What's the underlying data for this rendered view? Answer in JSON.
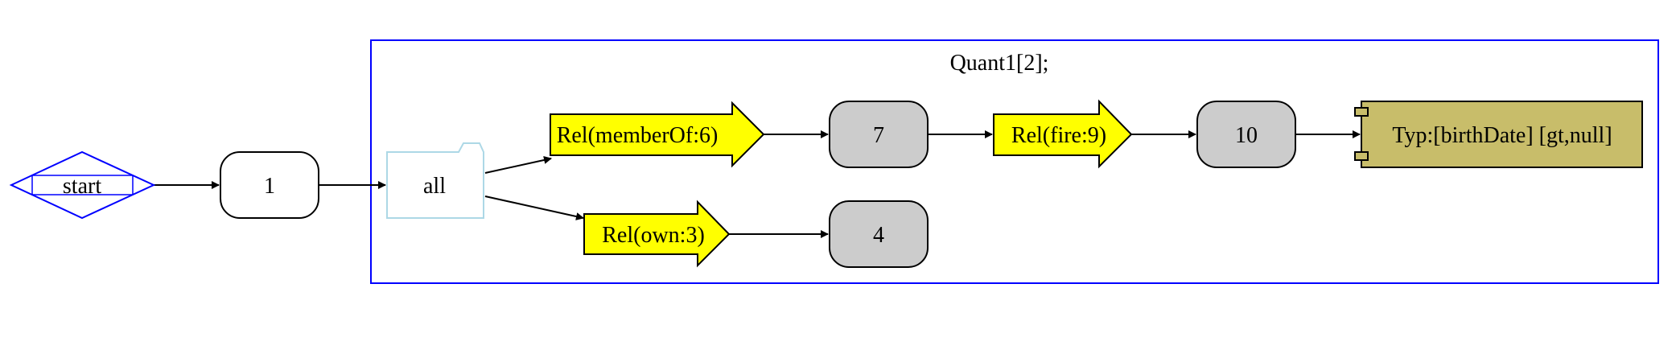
{
  "cluster": {
    "label": "Quant1[2];",
    "border_color": "#0000ff"
  },
  "nodes": {
    "start": {
      "label": "start",
      "color": "#0000ff"
    },
    "n1": {
      "label": "1"
    },
    "all": {
      "label": "all",
      "color": "#add8e6"
    },
    "rel_memberof": {
      "label": "Rel(memberOf:6)",
      "fill": "#ffff00"
    },
    "rel_own": {
      "label": "Rel(own:3)",
      "fill": "#ffff00"
    },
    "n7": {
      "label": "7",
      "fill": "#cccccc"
    },
    "n4": {
      "label": "4",
      "fill": "#cccccc"
    },
    "rel_fire": {
      "label": "Rel(fire:9)",
      "fill": "#ffff00"
    },
    "n10": {
      "label": "10",
      "fill": "#cccccc"
    },
    "typ": {
      "label": "Typ:[birthDate] [gt,null]",
      "fill": "#c8bd6a"
    }
  },
  "edges": [
    {
      "from": "start",
      "to": "1"
    },
    {
      "from": "1",
      "to": "all"
    },
    {
      "from": "all",
      "to": "Rel(memberOf:6)"
    },
    {
      "from": "all",
      "to": "Rel(own:3)"
    },
    {
      "from": "Rel(memberOf:6)",
      "to": "7"
    },
    {
      "from": "Rel(own:3)",
      "to": "4"
    },
    {
      "from": "7",
      "to": "Rel(fire:9)"
    },
    {
      "from": "Rel(fire:9)",
      "to": "10"
    },
    {
      "from": "10",
      "to": "Typ:[birthDate] [gt,null]"
    }
  ]
}
